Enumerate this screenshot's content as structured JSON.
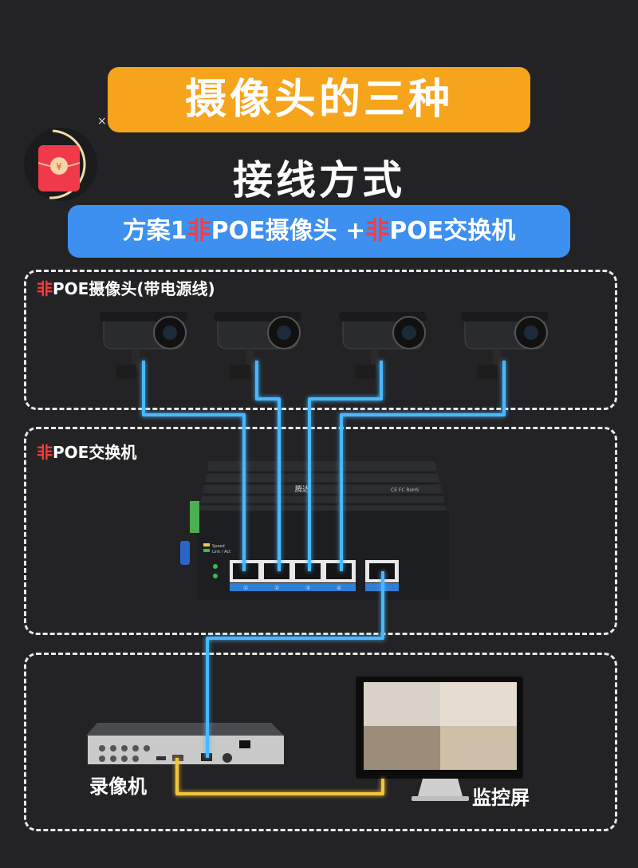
{
  "title": {
    "line1": "摄像头的三种",
    "line2": "接线方式"
  },
  "banner": {
    "prefix": "方案1",
    "non1": "非",
    "part1": "POE摄像头 +",
    "non2": "非",
    "part2": "POE交换机"
  },
  "sections": {
    "cameras": {
      "non": "非",
      "label": "POE摄像头(带电源线)"
    },
    "switch": {
      "non": "非",
      "label": "POE交换机",
      "brand": "腾达",
      "cert": "CE FC RoHS",
      "leds": [
        "Speed",
        "Link / Act"
      ],
      "ports": [
        "①",
        "②",
        "③",
        "④"
      ]
    },
    "recorder": {
      "label": "录像机"
    },
    "monitor": {
      "label": "监控屏"
    }
  },
  "overlay": {
    "close": "×",
    "envelope_symbol": "¥"
  },
  "colors": {
    "accent_orange": "#f6a41c",
    "banner_blue": "#3d8ff0",
    "cable_blue": "#49b8ff",
    "cable_yellow": "#f2c53d",
    "non_red": "#ff3a3a"
  }
}
